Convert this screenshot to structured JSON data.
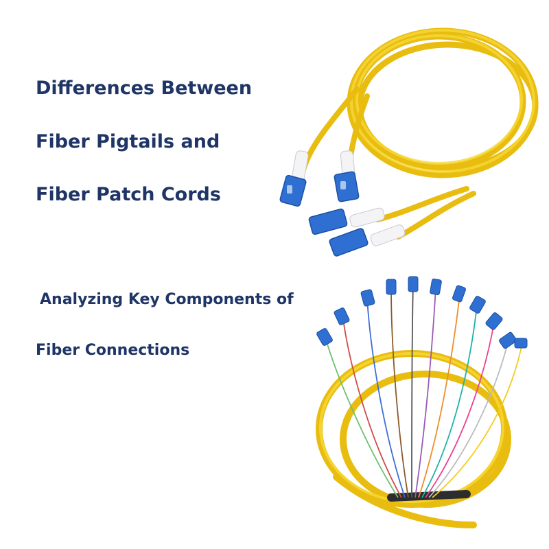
{
  "heading": {
    "line1": "Differences Between",
    "line2": "Fiber Pigtails and",
    "line3": "Fiber Patch Cords"
  },
  "subheading": {
    "line1": "Analyzing Key Components of",
    "line2": "Fiber Connections"
  },
  "colors": {
    "text": "#1f3566",
    "cable_yellow": "#f2cc1c",
    "connector_blue": "#2f6fd1",
    "boot_white": "#f4f4f6"
  },
  "images": {
    "top": "fiber-patch-cord-photo",
    "bottom": "fiber-pigtail-fan-out-photo"
  }
}
